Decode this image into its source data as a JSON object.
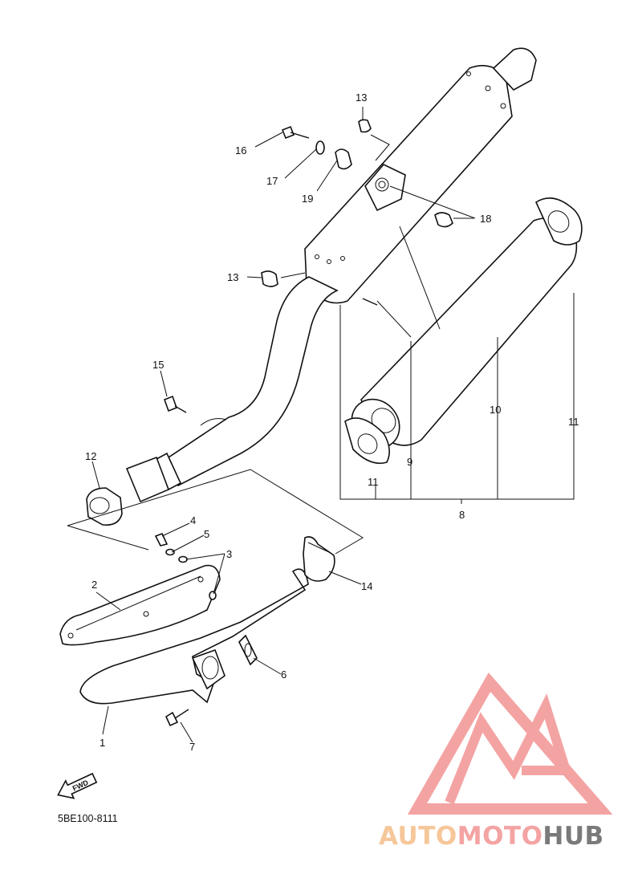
{
  "diagram": {
    "code": "5BE100-8111",
    "fwd_label": "FWD",
    "callouts": {
      "c1": "1",
      "c2": "2",
      "c3": "3",
      "c4": "4",
      "c5": "5",
      "c6": "6",
      "c7": "7",
      "c8": "8",
      "c9": "9",
      "c10": "10",
      "c11a": "11",
      "c11b": "11",
      "c12": "12",
      "c13a": "13",
      "c13b": "13",
      "c14": "14",
      "c15": "15",
      "c16": "16",
      "c17": "17",
      "c18": "18",
      "c19": "19"
    }
  },
  "watermark": {
    "brand_auto": "AUTO",
    "brand_moto": "MOTO",
    "brand_hub": "HUB",
    "colors": {
      "primary": "#f4a3a3",
      "light": "#f6c79a",
      "dark": "#7a7a7a"
    }
  }
}
